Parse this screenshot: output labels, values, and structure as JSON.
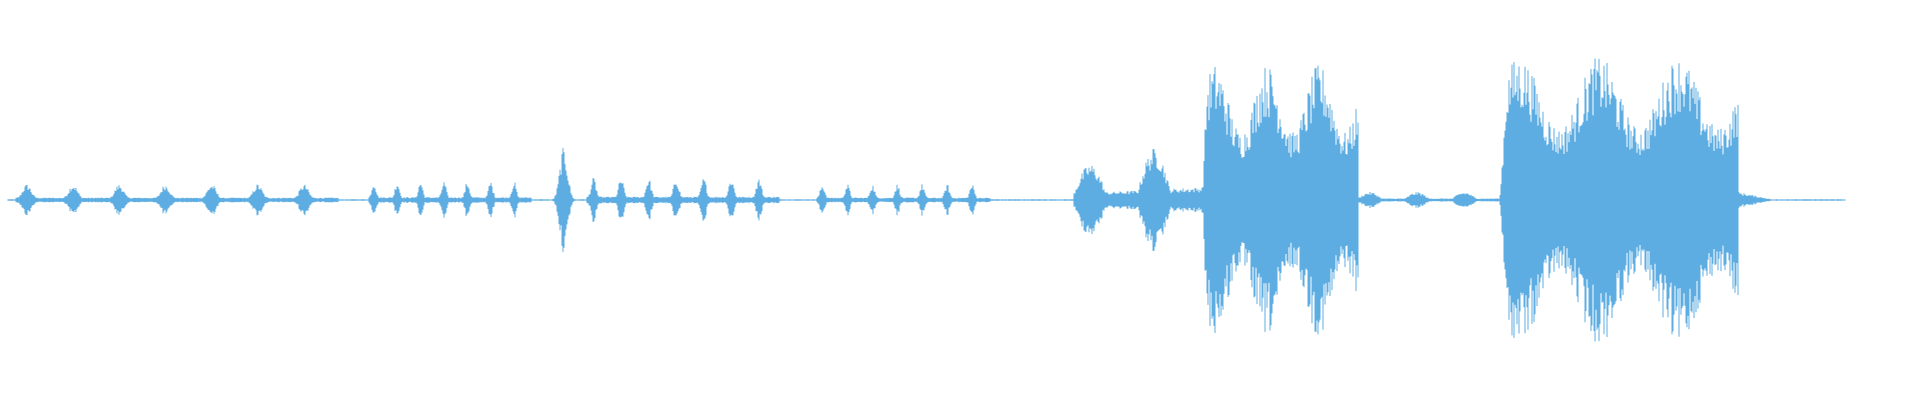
{
  "waveform": {
    "color": "#5dade2",
    "background": "#ffffff",
    "description_segments": [
      {
        "start": 0.004,
        "end": 0.18,
        "level": 0.1,
        "kind": "speech-bursts"
      },
      {
        "start": 0.196,
        "end": 0.285,
        "level": 0.12,
        "kind": "speech-bursts"
      },
      {
        "start": 0.295,
        "end": 0.31,
        "level": 0.33,
        "kind": "spike"
      },
      {
        "start": 0.315,
        "end": 0.42,
        "level": 0.14,
        "kind": "speech-bursts"
      },
      {
        "start": 0.44,
        "end": 0.535,
        "level": 0.1,
        "kind": "speech-bursts"
      },
      {
        "start": 0.58,
        "end": 0.65,
        "level": 0.4,
        "kind": "loud-rise"
      },
      {
        "start": 0.65,
        "end": 0.735,
        "level": 0.85,
        "kind": "loud"
      },
      {
        "start": 0.735,
        "end": 0.812,
        "level": 0.05,
        "kind": "quiet"
      },
      {
        "start": 0.812,
        "end": 0.942,
        "level": 0.9,
        "kind": "loud"
      },
      {
        "start": 0.942,
        "end": 0.962,
        "level": 0.05,
        "kind": "decay"
      }
    ]
  }
}
